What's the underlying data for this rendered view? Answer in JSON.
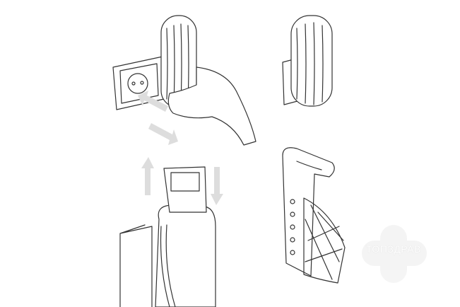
{
  "watermark": {
    "text": "ТОПЗДРАВ",
    "color": "#e8e8e8"
  },
  "illustration": {
    "panels": [
      "plug-into-socket",
      "device-on-socket",
      "fold-over-edge",
      "mesh-bag-insert"
    ],
    "arrow_color": "#dddddd",
    "line_color": "#333333"
  }
}
